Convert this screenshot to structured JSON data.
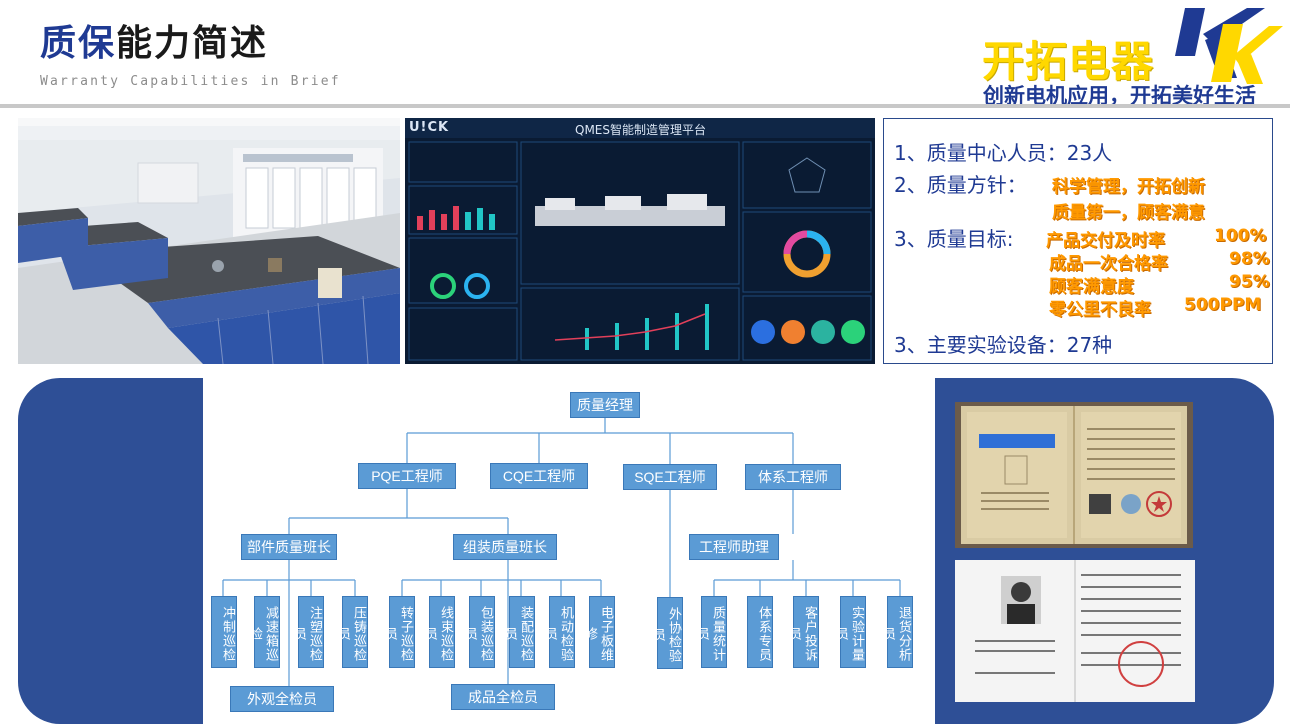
{
  "header": {
    "title_part1": "质保",
    "title_part2": "能力简述",
    "subtitle": "Warranty Capabilities in Brief",
    "brand_name": "开拓电器",
    "slogan": "创新电机应用，开拓美好生活"
  },
  "dashboard": {
    "logo_text": "U!CK",
    "title": "QMES智能制造管理平台"
  },
  "info": {
    "line1": "1、质量中心人员：23人",
    "line2_label": "2、质量方针：",
    "line2_value": "科学管理，开拓创新",
    "line2_value2": "质量第一，顾客满意",
    "line3_label": "3、质量目标:",
    "goals": [
      {
        "name": "产品交付及时率",
        "value": "100%"
      },
      {
        "name": "成品一次合格率",
        "value": "98%"
      },
      {
        "name": "顾客满意度",
        "value": "95%"
      },
      {
        "name": "零公里不良率",
        "value": "500PPM"
      }
    ],
    "line4": "3、主要实验设备：27种"
  },
  "org": {
    "root": "质量经理",
    "level1": [
      "PQE工程师",
      "CQE工程师",
      "SQE工程师",
      "体系工程师"
    ],
    "pqe_sub": [
      "部件质量班长",
      "组装质量班长"
    ],
    "assistant": "工程师助理",
    "part_team": [
      "冲制巡检",
      "减速箱巡检",
      "注塑巡检员",
      "压铸巡检员"
    ],
    "assembly_team": [
      "转子巡检员",
      "线束巡检员",
      "包装巡检员",
      "装配巡检员",
      "机动检验员",
      "电子板维修"
    ],
    "sqe_team": [
      "外协检验员"
    ],
    "system_team": [
      "质量统计员",
      "体系专员",
      "客户投诉员",
      "实验计量员",
      "退货分析员"
    ],
    "bottom_left": "外观全检员",
    "bottom_right": "成品全检员"
  },
  "colors": {
    "title_blue": "#1f3a93",
    "brand_yellow": "#ffd800",
    "orange": "#ff9900",
    "node_blue": "#5b9bd5",
    "panel_blue": "#2e4f96"
  }
}
